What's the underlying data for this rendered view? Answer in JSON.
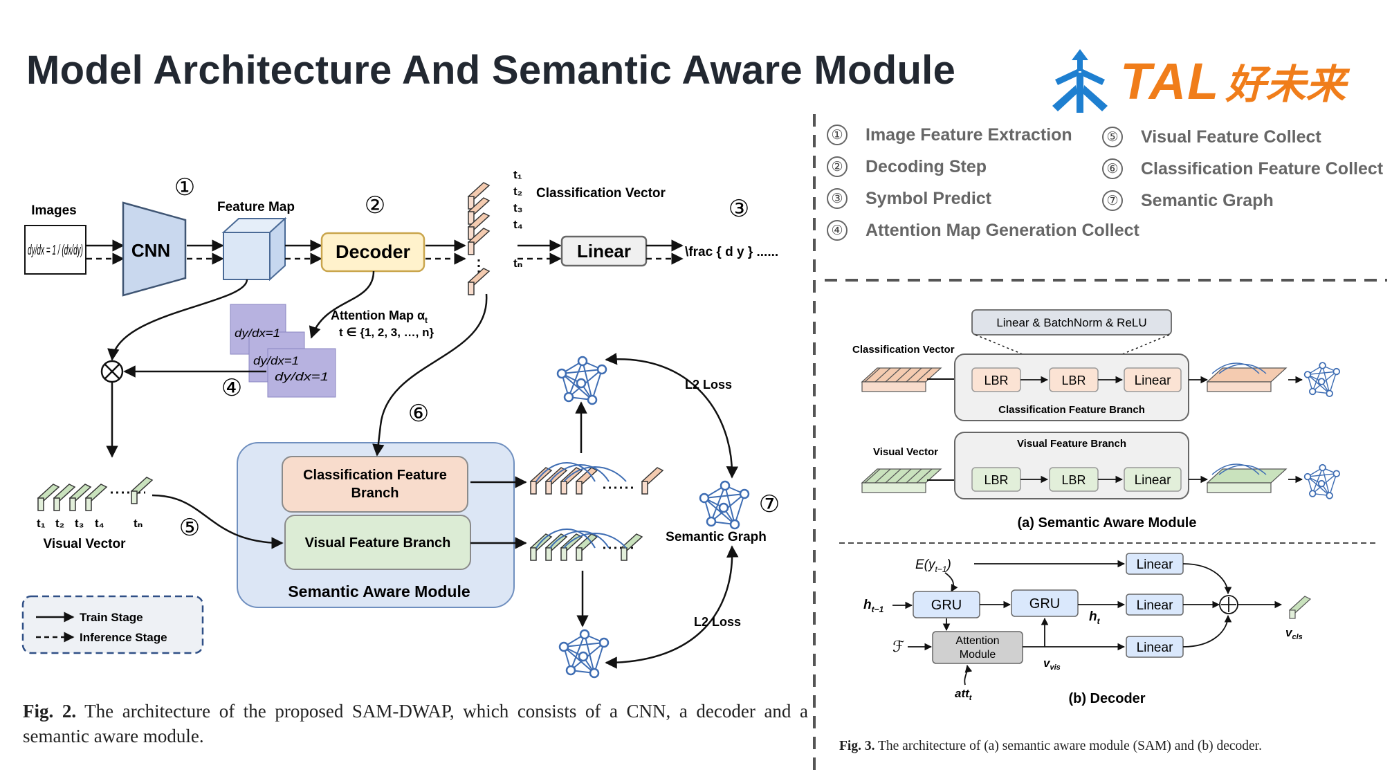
{
  "page": {
    "title": "Model Architecture And Semantic Aware Module",
    "logo": {
      "icon": "tal-tree-icon",
      "text": "TAL",
      "text_cn": "好未来",
      "color": "#f07d1a",
      "icon_color": "#1e7fd0"
    }
  },
  "legend": {
    "items": [
      {
        "num": "①",
        "label": "Image Feature Extraction"
      },
      {
        "num": "②",
        "label": "Decoding Step"
      },
      {
        "num": "③",
        "label": "Symbol Predict"
      },
      {
        "num": "④",
        "label": "Attention Map Generation Collect"
      },
      {
        "num": "⑤",
        "label": "Visual Feature Collect"
      },
      {
        "num": "⑥",
        "label": "Classification Feature Collect"
      },
      {
        "num": "⑦",
        "label": "Semantic Graph"
      }
    ]
  },
  "fig2": {
    "images_label": "Images",
    "formula_img": "dy/dx = 1 / (dx/dy)",
    "cnn": "CNN",
    "feature_map": "Feature Map",
    "decoder": "Decoder",
    "classification_vector": "Classification Vector",
    "t_labels": [
      "t₁",
      "t₂",
      "t₃",
      "t₄",
      "tₙ"
    ],
    "linear": "Linear",
    "output": "\\frac { d y } ......",
    "attention_map": "Attention Map α",
    "attention_map_sub": "t",
    "attention_range": "t ∈ {1, 2, 3, …, n}",
    "l2_loss_top": "L2 Loss",
    "l2_loss_bottom": "L2 Loss",
    "visual_vector": "Visual Vector",
    "v_labels": [
      "t₁",
      "t₂",
      "t₃",
      "t₄",
      "tₙ"
    ],
    "class_branch": "Classification Feature Branch",
    "class_branch_line1": "Classification Feature",
    "class_branch_line2": "Branch",
    "visual_branch": "Visual Feature Branch",
    "sam": "Semantic Aware Module",
    "semantic_graph": "Semantic Graph",
    "train_stage": "Train Stage",
    "inference_stage": "Inference Stage",
    "nums": [
      "①",
      "②",
      "③",
      "④",
      "⑤",
      "⑥",
      "⑦"
    ],
    "caption_label": "Fig. 2.",
    "caption_text": " The architecture of the proposed SAM-DWAP, which consists of a CNN, a decoder and a semantic aware module."
  },
  "fig3": {
    "lbr_title": "Linear & BatchNorm & ReLU",
    "classification_vector": "Classification Vector",
    "visual_vector": "Visual Vector",
    "lbr": "LBR",
    "linear": "Linear",
    "class_branch": "Classification Feature Branch",
    "visual_branch": "Visual Feature Branch",
    "sub_a": "(a) Semantic Aware Module",
    "e_y": "E(y",
    "e_y_sub": "t−1",
    "h_prev": "h",
    "h_prev_sub": "t−1",
    "gru": "GRU",
    "h_t": "h",
    "h_t_sub": "t",
    "f_cal": "ℱ",
    "attention_module_l1": "Attention",
    "attention_module_l2": "Module",
    "v_vis": "v",
    "v_vis_sub": "vis",
    "att": "att",
    "att_sub": "t",
    "v_cls": "v",
    "v_cls_sub": "cls",
    "sub_b": "(b) Decoder",
    "caption_label": "Fig. 3.",
    "caption_text": " The architecture of (a) semantic aware module (SAM) and (b) decoder."
  },
  "colors": {
    "title": "#222831",
    "blue_box": "#d8e4f4",
    "decoder_box": "#fff2cc",
    "class_branch": "#f8dccc",
    "visual_branch": "#dcecd5",
    "sam_panel": "#dce6f5",
    "attention_map": "#b7b2e0",
    "graph_node": "#4a74b5",
    "lbr_orange": "#fbe3d4",
    "lbr_green": "#e2efda",
    "gru_blue": "#dae8fc",
    "attn_gray": "#d0d0d0"
  }
}
